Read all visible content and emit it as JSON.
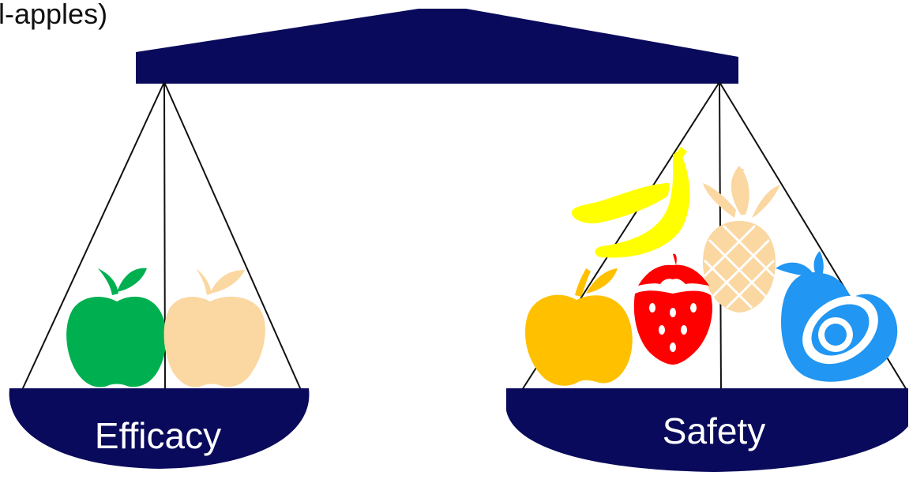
{
  "header": {
    "partial_text": "l-apples)"
  },
  "left_pan": {
    "label": "Efficacy",
    "fruits": [
      "green-apple",
      "beige-apple"
    ]
  },
  "right_pan": {
    "label": "Safety",
    "fruits": [
      "orange-apple",
      "banana",
      "strawberry",
      "pineapple",
      "avocado"
    ]
  },
  "colors": {
    "scale": "#0a0a5c",
    "green_apple": "#00b050",
    "beige_apple": "#fbd7a1",
    "orange_apple": "#ffc000",
    "banana": "#ffff00",
    "strawberry": "#ff0000",
    "pineapple": "#fbd7a1",
    "avocado": "#2196f3"
  }
}
